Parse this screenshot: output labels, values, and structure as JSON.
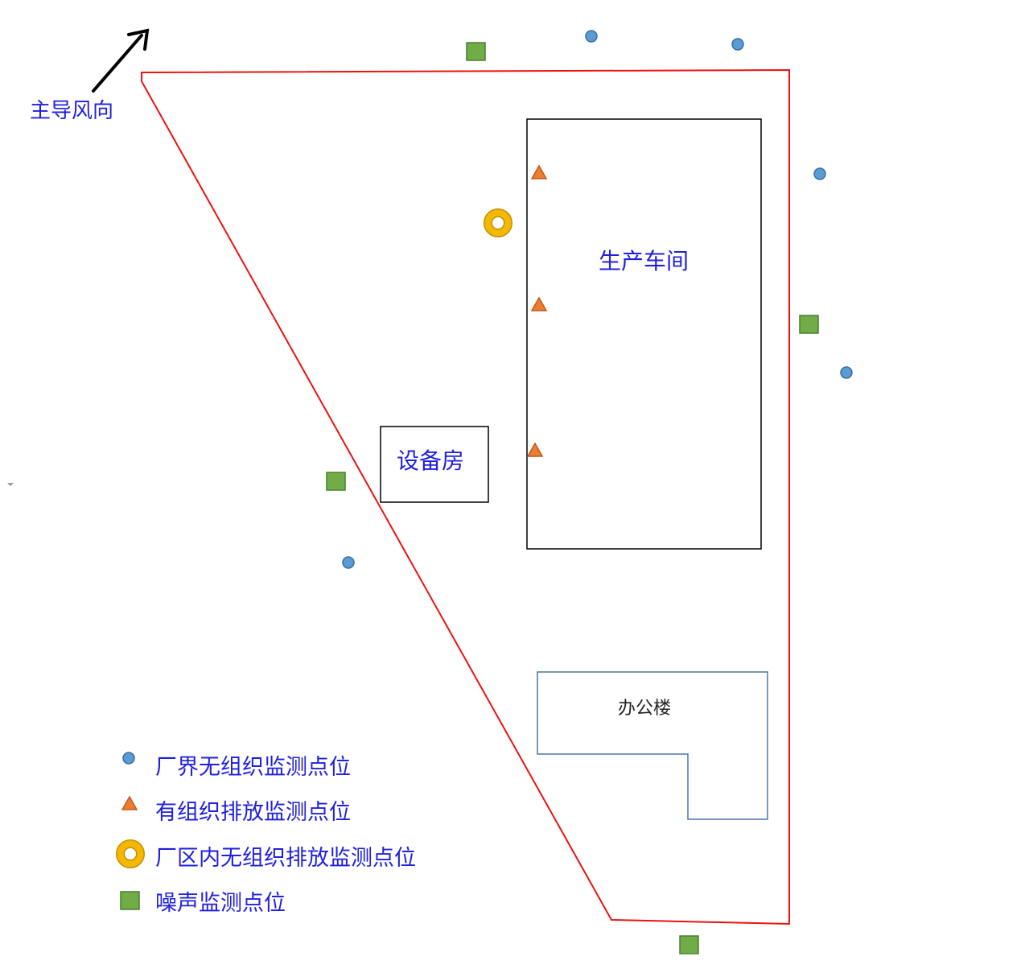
{
  "colors": {
    "boundary": "#ee1111",
    "building_stroke": "#000000",
    "office_stroke": "#4a76a8",
    "label_blue": "#2020e0",
    "circle_fill": "#5b9bd5",
    "circle_stroke": "#3c6e9f",
    "triangle_fill": "#ed7d31",
    "triangle_stroke": "#c0591d",
    "ring_fill": "#f5b800",
    "ring_stroke": "#c49000",
    "square_fill": "#70ad47",
    "square_stroke": "#4e7d31"
  },
  "wind": {
    "label": "主导风向",
    "icon": "arrow-up-right-icon"
  },
  "buildings": {
    "workshop": "生产车间",
    "equipment_room": "设备房",
    "office": "办公楼"
  },
  "legend": [
    {
      "symbol": "circle",
      "label": "厂界无组织监测点位"
    },
    {
      "symbol": "triangle",
      "label": "有组织排放监测点位"
    },
    {
      "symbol": "ring",
      "label": "厂区内无组织排放监测点位"
    },
    {
      "symbol": "square",
      "label": "噪声监测点位"
    }
  ]
}
